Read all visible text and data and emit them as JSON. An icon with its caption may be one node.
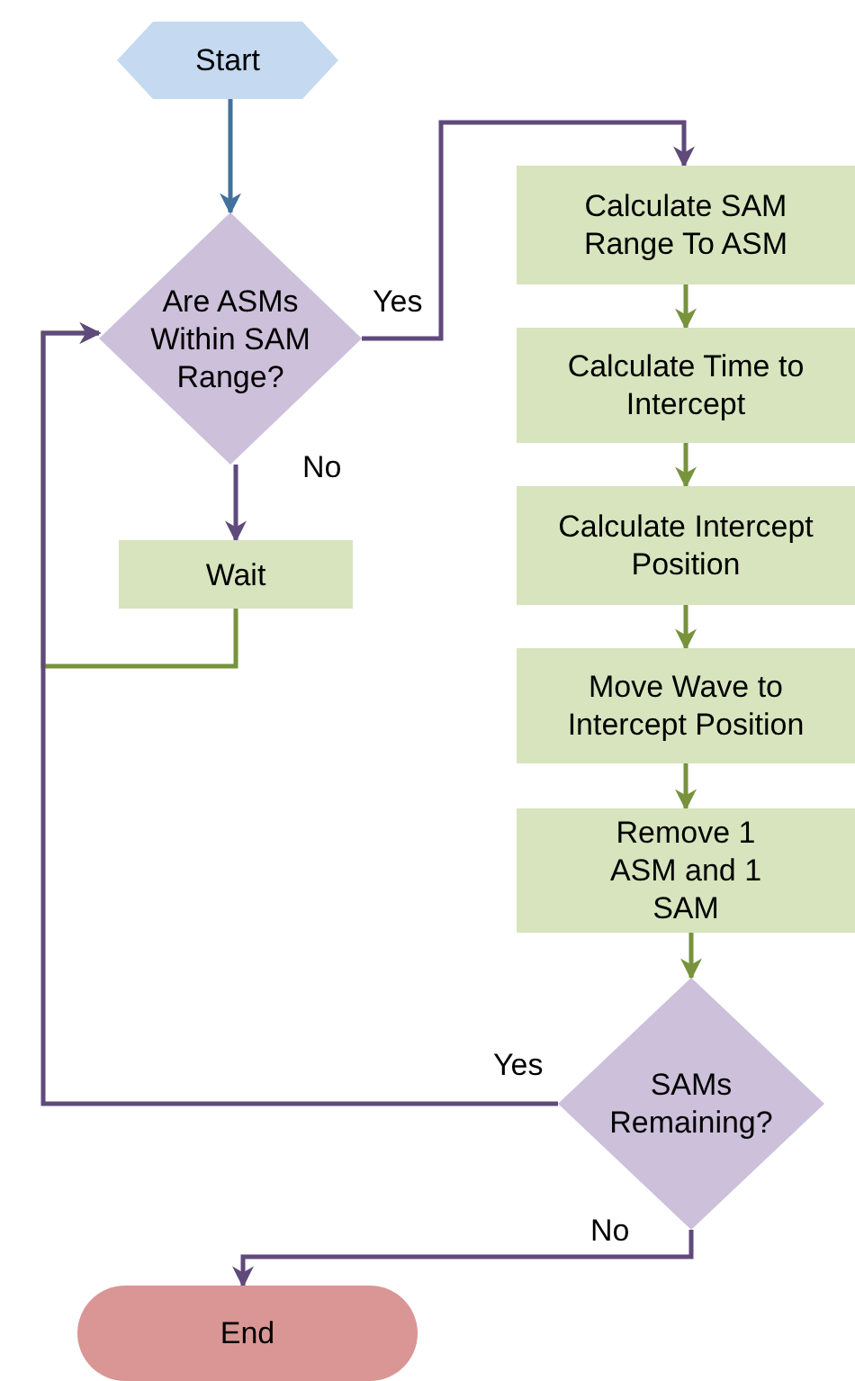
{
  "diagram": {
    "nodes": [
      {
        "text": [
          "Start"
        ]
      },
      {
        "text": [
          "Are ASMs Within SAM Range?"
        ]
      },
      {
        "text": [
          "Wait"
        ]
      },
      {
        "text": [
          "Calculate SAM Range To ASM"
        ]
      },
      {
        "text": [
          "Calculate Time to Intercept"
        ]
      },
      {
        "text": [
          "Calculate Intercept Position"
        ]
      },
      {
        "text": [
          "Move Wave to Intercept Position"
        ]
      },
      {
        "text": [
          "Remove 1 ASM and 1 SAM"
        ]
      },
      {
        "text": [
          "SAMs Remaining?"
        ]
      },
      {
        "text": [
          "End"
        ]
      }
    ],
    "edges": [
      {
        "from": 0,
        "to": 1,
        "arrow": "to",
        "color": "#41719c"
      },
      {
        "from": 1,
        "to": 3,
        "arrow": "to",
        "label": "Yes",
        "color": "#604a7b"
      },
      {
        "from": 1,
        "to": 2,
        "arrow": "to",
        "label": "No",
        "color": "#604a7b"
      },
      {
        "from": 2,
        "to": 1,
        "arrow": "to"
      },
      {
        "from": 3,
        "to": 4,
        "arrow": "to"
      },
      {
        "from": 4,
        "to": 5,
        "arrow": "to"
      },
      {
        "from": 5,
        "to": 6,
        "arrow": "to"
      },
      {
        "from": 6,
        "to": 7,
        "arrow": "to"
      },
      {
        "from": 7,
        "to": 8,
        "arrow": "to"
      },
      {
        "from": 8,
        "to": 1,
        "arrow": "to",
        "label": "Yes",
        "color": "#604a7b"
      },
      {
        "from": 8,
        "to": 9,
        "arrow": "to",
        "label": "No",
        "color": "#604a7b"
      }
    ]
  }
}
